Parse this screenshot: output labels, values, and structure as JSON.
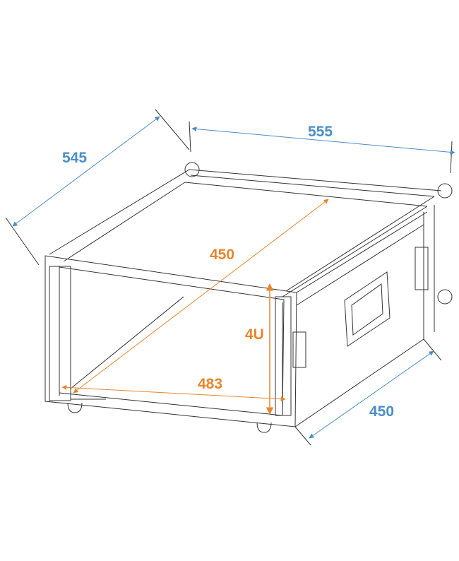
{
  "diagram": {
    "subject": "4U rack flight case, isometric line drawing",
    "colors": {
      "outer_dimension": "#4a8ec5",
      "inner_dimension": "#e8852c",
      "line_art": "#333333",
      "background": "#ffffff"
    },
    "dimensions": {
      "outer_depth": "545",
      "outer_width": "555",
      "side_depth": "450",
      "inner_depth": "450",
      "rack_height": "4U",
      "rack_width": "483"
    }
  }
}
